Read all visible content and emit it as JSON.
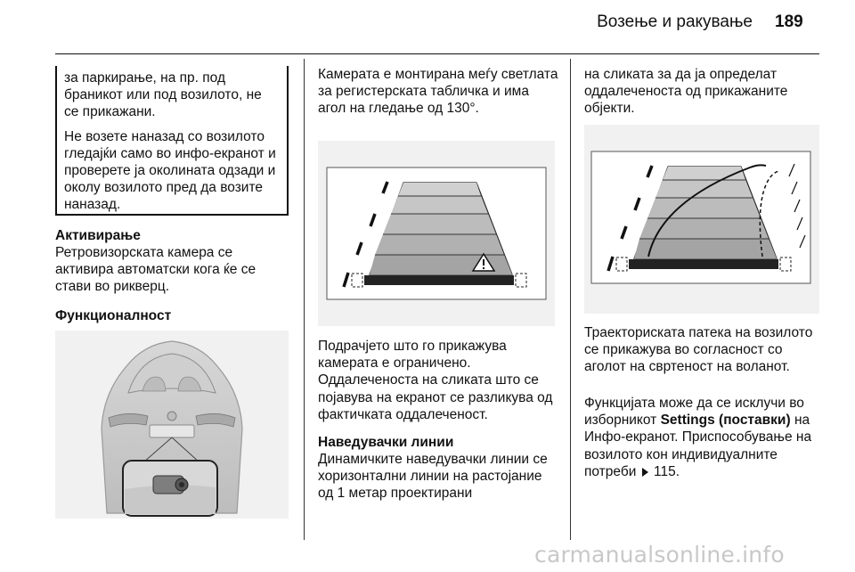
{
  "header": {
    "title": "Возење и ракување",
    "page_number": "189"
  },
  "warning_box": {
    "paragraphs": [
      "за паркирање, на пр. под браникот или под возилото, не се прикажани.",
      "Не возете наназад со возилото гледајќи само во инфо-екранот и проверете ја околината одзади и околу возилото пред да возите наназад."
    ]
  },
  "activation": {
    "heading": "Активирање",
    "text": "Ретровизорската камера се активира автоматски кога ќе се стави во рикверц."
  },
  "functionality": {
    "heading": "Функционалност"
  },
  "middle_column": {
    "intro": "Камерата е монтирана меѓу светлата за регистерската табличка и има агол на гледање од 130°.",
    "para2": "Подрачјето што го прикажува камерата е ограничено.",
    "para3": "Оддалеченоста на сликата што се појавува на екранот се разликува од фактичката оддалеченост.",
    "guide_heading": "Наведувачки линии",
    "guide_text": "Динамичките наведувачки линии се хоризонтални линии на растојание од 1 метар проектирани"
  },
  "right_column": {
    "intro": "на сликата за да ја определат оддалеченоста од прикажаните објекти.",
    "para2": "Траекториската патека на возилото се прикажува во согласност со аголот на свртеност на воланот.",
    "para3_before": "Функцијата може да се исклучи во изборникот",
    "para3_bold": "Settings (поставки)",
    "para3_after": "на Инфо-екранот. Приспособување на возилото кон индивидуалните потреби",
    "page_ref": "115."
  },
  "footer": {
    "watermark": "carmanualsonline.info"
  }
}
